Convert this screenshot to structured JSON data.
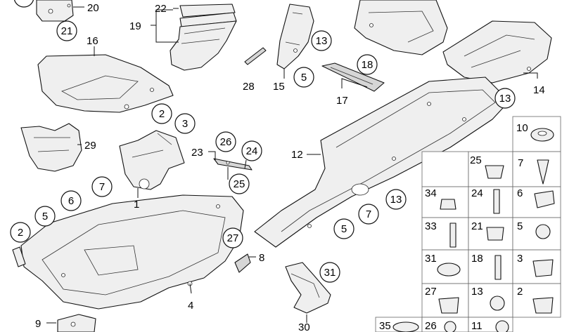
{
  "callouts": [
    {
      "id": "c20",
      "text": "20"
    },
    {
      "id": "c21",
      "text": "21"
    },
    {
      "id": "c22",
      "text": "22"
    },
    {
      "id": "c19",
      "text": "19"
    },
    {
      "id": "c16",
      "text": "16"
    },
    {
      "id": "c13a",
      "text": "13"
    },
    {
      "id": "c28",
      "text": "28"
    },
    {
      "id": "c15",
      "text": "15"
    },
    {
      "id": "c5a",
      "text": "5"
    },
    {
      "id": "c18",
      "text": "18"
    },
    {
      "id": "c17",
      "text": "17"
    },
    {
      "id": "c13b",
      "text": "13"
    },
    {
      "id": "c14",
      "text": "14"
    },
    {
      "id": "c2a",
      "text": "2"
    },
    {
      "id": "c3",
      "text": "3"
    },
    {
      "id": "c29",
      "text": "29"
    },
    {
      "id": "c26",
      "text": "26"
    },
    {
      "id": "c23",
      "text": "23"
    },
    {
      "id": "c24",
      "text": "24"
    },
    {
      "id": "c25a",
      "text": "25"
    },
    {
      "id": "c12",
      "text": "12"
    },
    {
      "id": "c7a",
      "text": "7"
    },
    {
      "id": "c6a",
      "text": "6"
    },
    {
      "id": "c1",
      "text": "1"
    },
    {
      "id": "c5b",
      "text": "5"
    },
    {
      "id": "c2b",
      "text": "2"
    },
    {
      "id": "c13c",
      "text": "13"
    },
    {
      "id": "c7b",
      "text": "7"
    },
    {
      "id": "c5c",
      "text": "5"
    },
    {
      "id": "c27a",
      "text": "27"
    },
    {
      "id": "c8",
      "text": "8"
    },
    {
      "id": "c31a",
      "text": "31"
    },
    {
      "id": "c4",
      "text": "4"
    },
    {
      "id": "c9",
      "text": "9"
    },
    {
      "id": "c30",
      "text": "30"
    }
  ],
  "parts_table": [
    {
      "id": "p10",
      "text": "10"
    },
    {
      "id": "p25",
      "text": "25"
    },
    {
      "id": "p7",
      "text": "7"
    },
    {
      "id": "p34",
      "text": "34"
    },
    {
      "id": "p24",
      "text": "24"
    },
    {
      "id": "p6",
      "text": "6"
    },
    {
      "id": "p33",
      "text": "33"
    },
    {
      "id": "p21",
      "text": "21"
    },
    {
      "id": "p5",
      "text": "5"
    },
    {
      "id": "p31",
      "text": "31"
    },
    {
      "id": "p18",
      "text": "18"
    },
    {
      "id": "p3",
      "text": "3"
    },
    {
      "id": "p27",
      "text": "27"
    },
    {
      "id": "p13",
      "text": "13"
    },
    {
      "id": "p2",
      "text": "2"
    },
    {
      "id": "p35",
      "text": "35"
    },
    {
      "id": "p26",
      "text": "26"
    },
    {
      "id": "p11",
      "text": "11"
    }
  ]
}
